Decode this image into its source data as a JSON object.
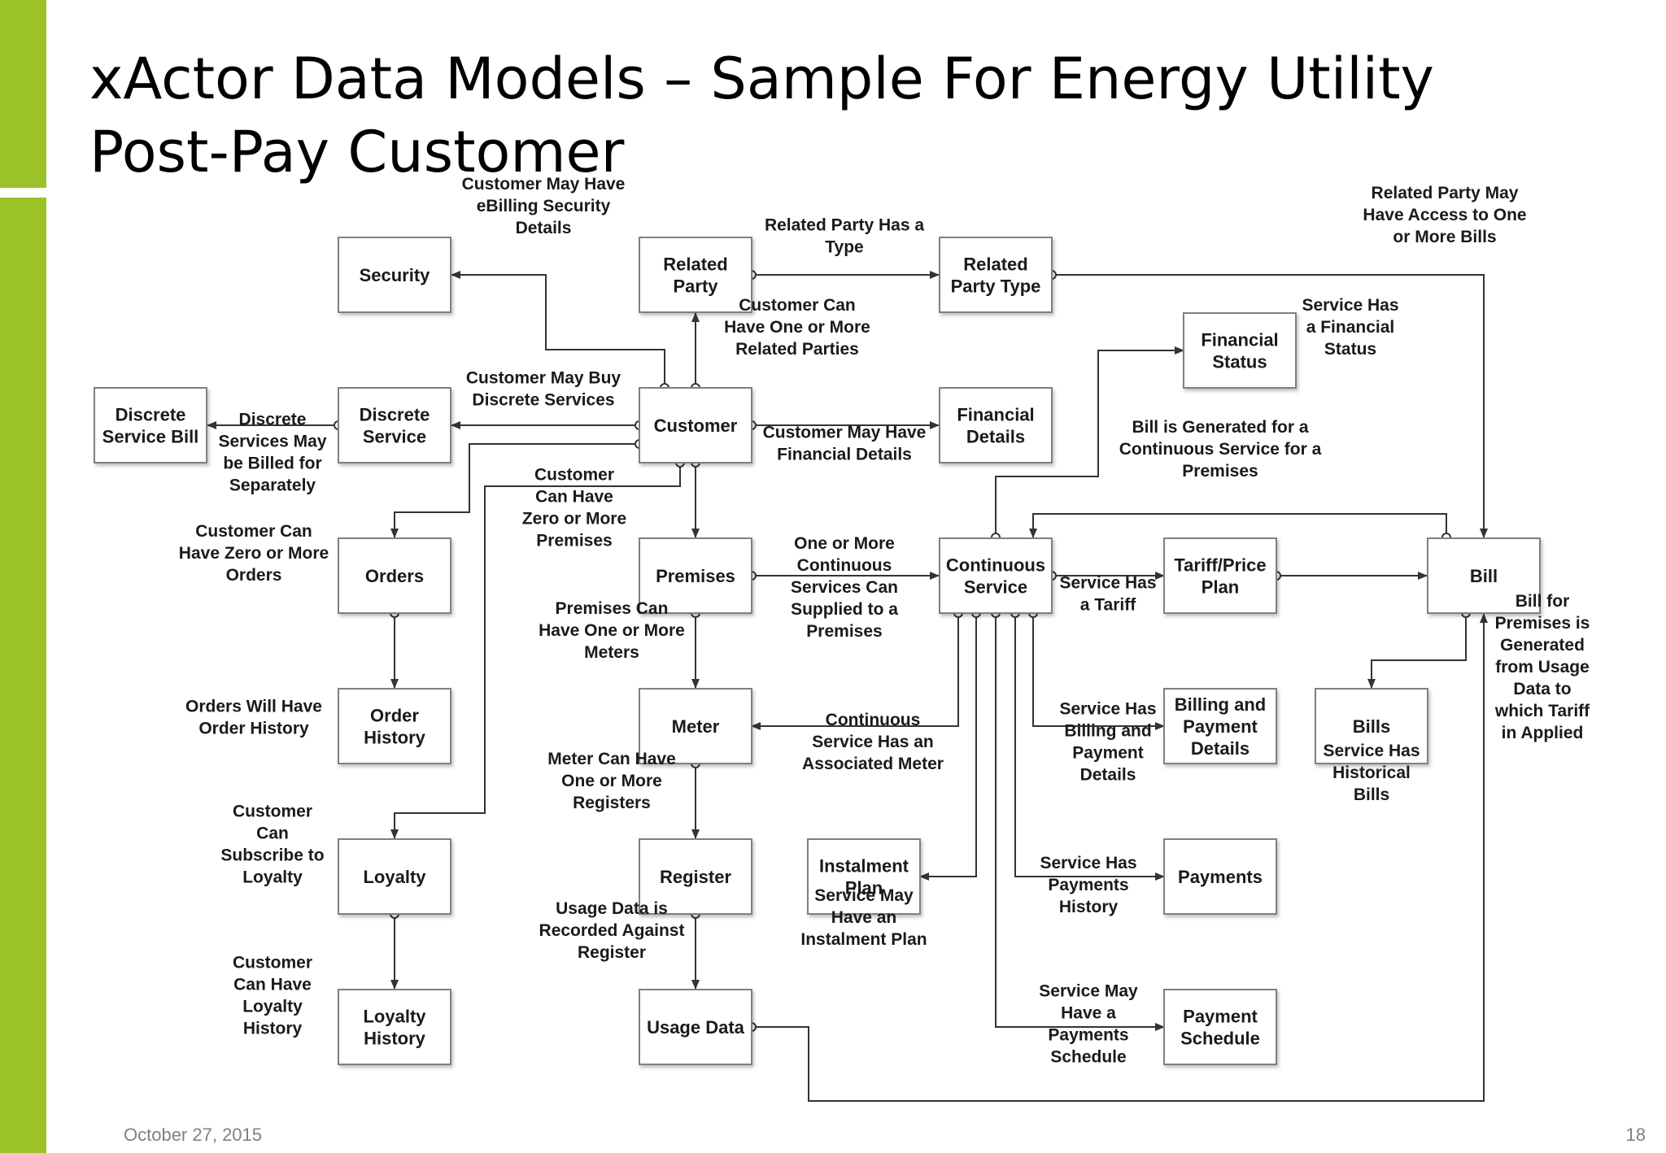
{
  "slide": {
    "title_line1": "xActor Data Models – Sample For Energy Utility",
    "title_line2": "Post-Pay Customer",
    "date": "October 27, 2015",
    "page_number": "18",
    "accent_color": "#9bc229"
  },
  "entities": {
    "security": [
      "Security"
    ],
    "related_party": [
      "Related",
      "Party"
    ],
    "related_party_type": [
      "Related",
      "Party Type"
    ],
    "financial_status": [
      "Financial",
      "Status"
    ],
    "discrete_service_bill": [
      "Discrete",
      "Service Bill"
    ],
    "discrete_service": [
      "Discrete",
      "Service"
    ],
    "customer": [
      "Customer"
    ],
    "financial_details": [
      "Financial",
      "Details"
    ],
    "orders": [
      "Orders"
    ],
    "premises": [
      "Premises"
    ],
    "continuous_service": [
      "Continuous",
      "Service"
    ],
    "tariff_price_plan": [
      "Tariff/Price",
      "Plan"
    ],
    "bill": [
      "Bill"
    ],
    "order_history": [
      "Order",
      "History"
    ],
    "meter": [
      "Meter"
    ],
    "billing_payment_details": [
      "Billing and",
      "Payment",
      "Details"
    ],
    "bills": [
      "Bills"
    ],
    "loyalty": [
      "Loyalty"
    ],
    "register": [
      "Register"
    ],
    "instalment_plan": [
      "Instalment",
      "Plan"
    ],
    "payments": [
      "Payments"
    ],
    "loyalty_history": [
      "Loyalty",
      "History"
    ],
    "usage_data": [
      "Usage Data"
    ],
    "payment_schedule": [
      "Payment",
      "Schedule"
    ]
  },
  "relationships": {
    "customer_security": [
      "Customer May Have",
      "eBilling Security",
      "Details"
    ],
    "related_party_type": [
      "Related Party Has a",
      "Type"
    ],
    "related_party_bills": [
      "Related Party May",
      "Have Access to One",
      "or More Bills"
    ],
    "customer_related_parties": [
      "Customer Can",
      "Have One or More",
      "Related Parties"
    ],
    "financial_status": [
      "Service Has",
      "a Financial",
      "Status"
    ],
    "discrete_services": [
      "Customer May Buy",
      "Discrete Services"
    ],
    "discrete_billed": [
      "Discrete",
      "Services May",
      "be Billed for",
      "Separately"
    ],
    "financial_details": [
      "Customer May Have",
      "Financial Details"
    ],
    "bill_generated": [
      "Bill is Generated for a",
      "Continuous Service for a",
      "Premises"
    ],
    "customer_premises": [
      "Customer",
      "Can Have",
      "Zero or More",
      "Premises"
    ],
    "customer_orders": [
      "Customer Can",
      "Have Zero or More",
      "Orders"
    ],
    "continuous_services": [
      "One or More",
      "Continuous",
      "Services Can",
      "Supplied to a",
      "Premises"
    ],
    "service_tariff": [
      "Service Has",
      "a Tariff"
    ],
    "premises_meters": [
      "Premises Can",
      "Have One or More",
      "Meters"
    ],
    "bill_premises": [
      "Bill for",
      "Premises is",
      "Generated",
      "from Usage",
      "Data to",
      "which Tariff",
      "in Applied"
    ],
    "order_history": [
      "Orders Will Have",
      "Order History"
    ],
    "service_meter": [
      "Continuous",
      "Service Has an",
      "Associated Meter"
    ],
    "billing_payment": [
      "Service Has",
      "Billing and",
      "Payment",
      "Details"
    ],
    "historical_bills": [
      "Service Has",
      "Historical",
      "Bills"
    ],
    "meter_registers": [
      "Meter Can Have",
      "One or More",
      "Registers"
    ],
    "customer_loyalty": [
      "Customer",
      "Can",
      "Subscribe to",
      "Loyalty"
    ],
    "payments_history": [
      "Service Has",
      "Payments",
      "History"
    ],
    "instalment_plan": [
      "Service May",
      "Have an",
      "Instalment Plan"
    ],
    "usage_recorded": [
      "Usage Data is",
      "Recorded Against",
      "Register"
    ],
    "loyalty_history": [
      "Customer",
      "Can Have",
      "Loyalty",
      "History"
    ],
    "payments_schedule": [
      "Service May",
      "Have a",
      "Payments",
      "Schedule"
    ]
  }
}
